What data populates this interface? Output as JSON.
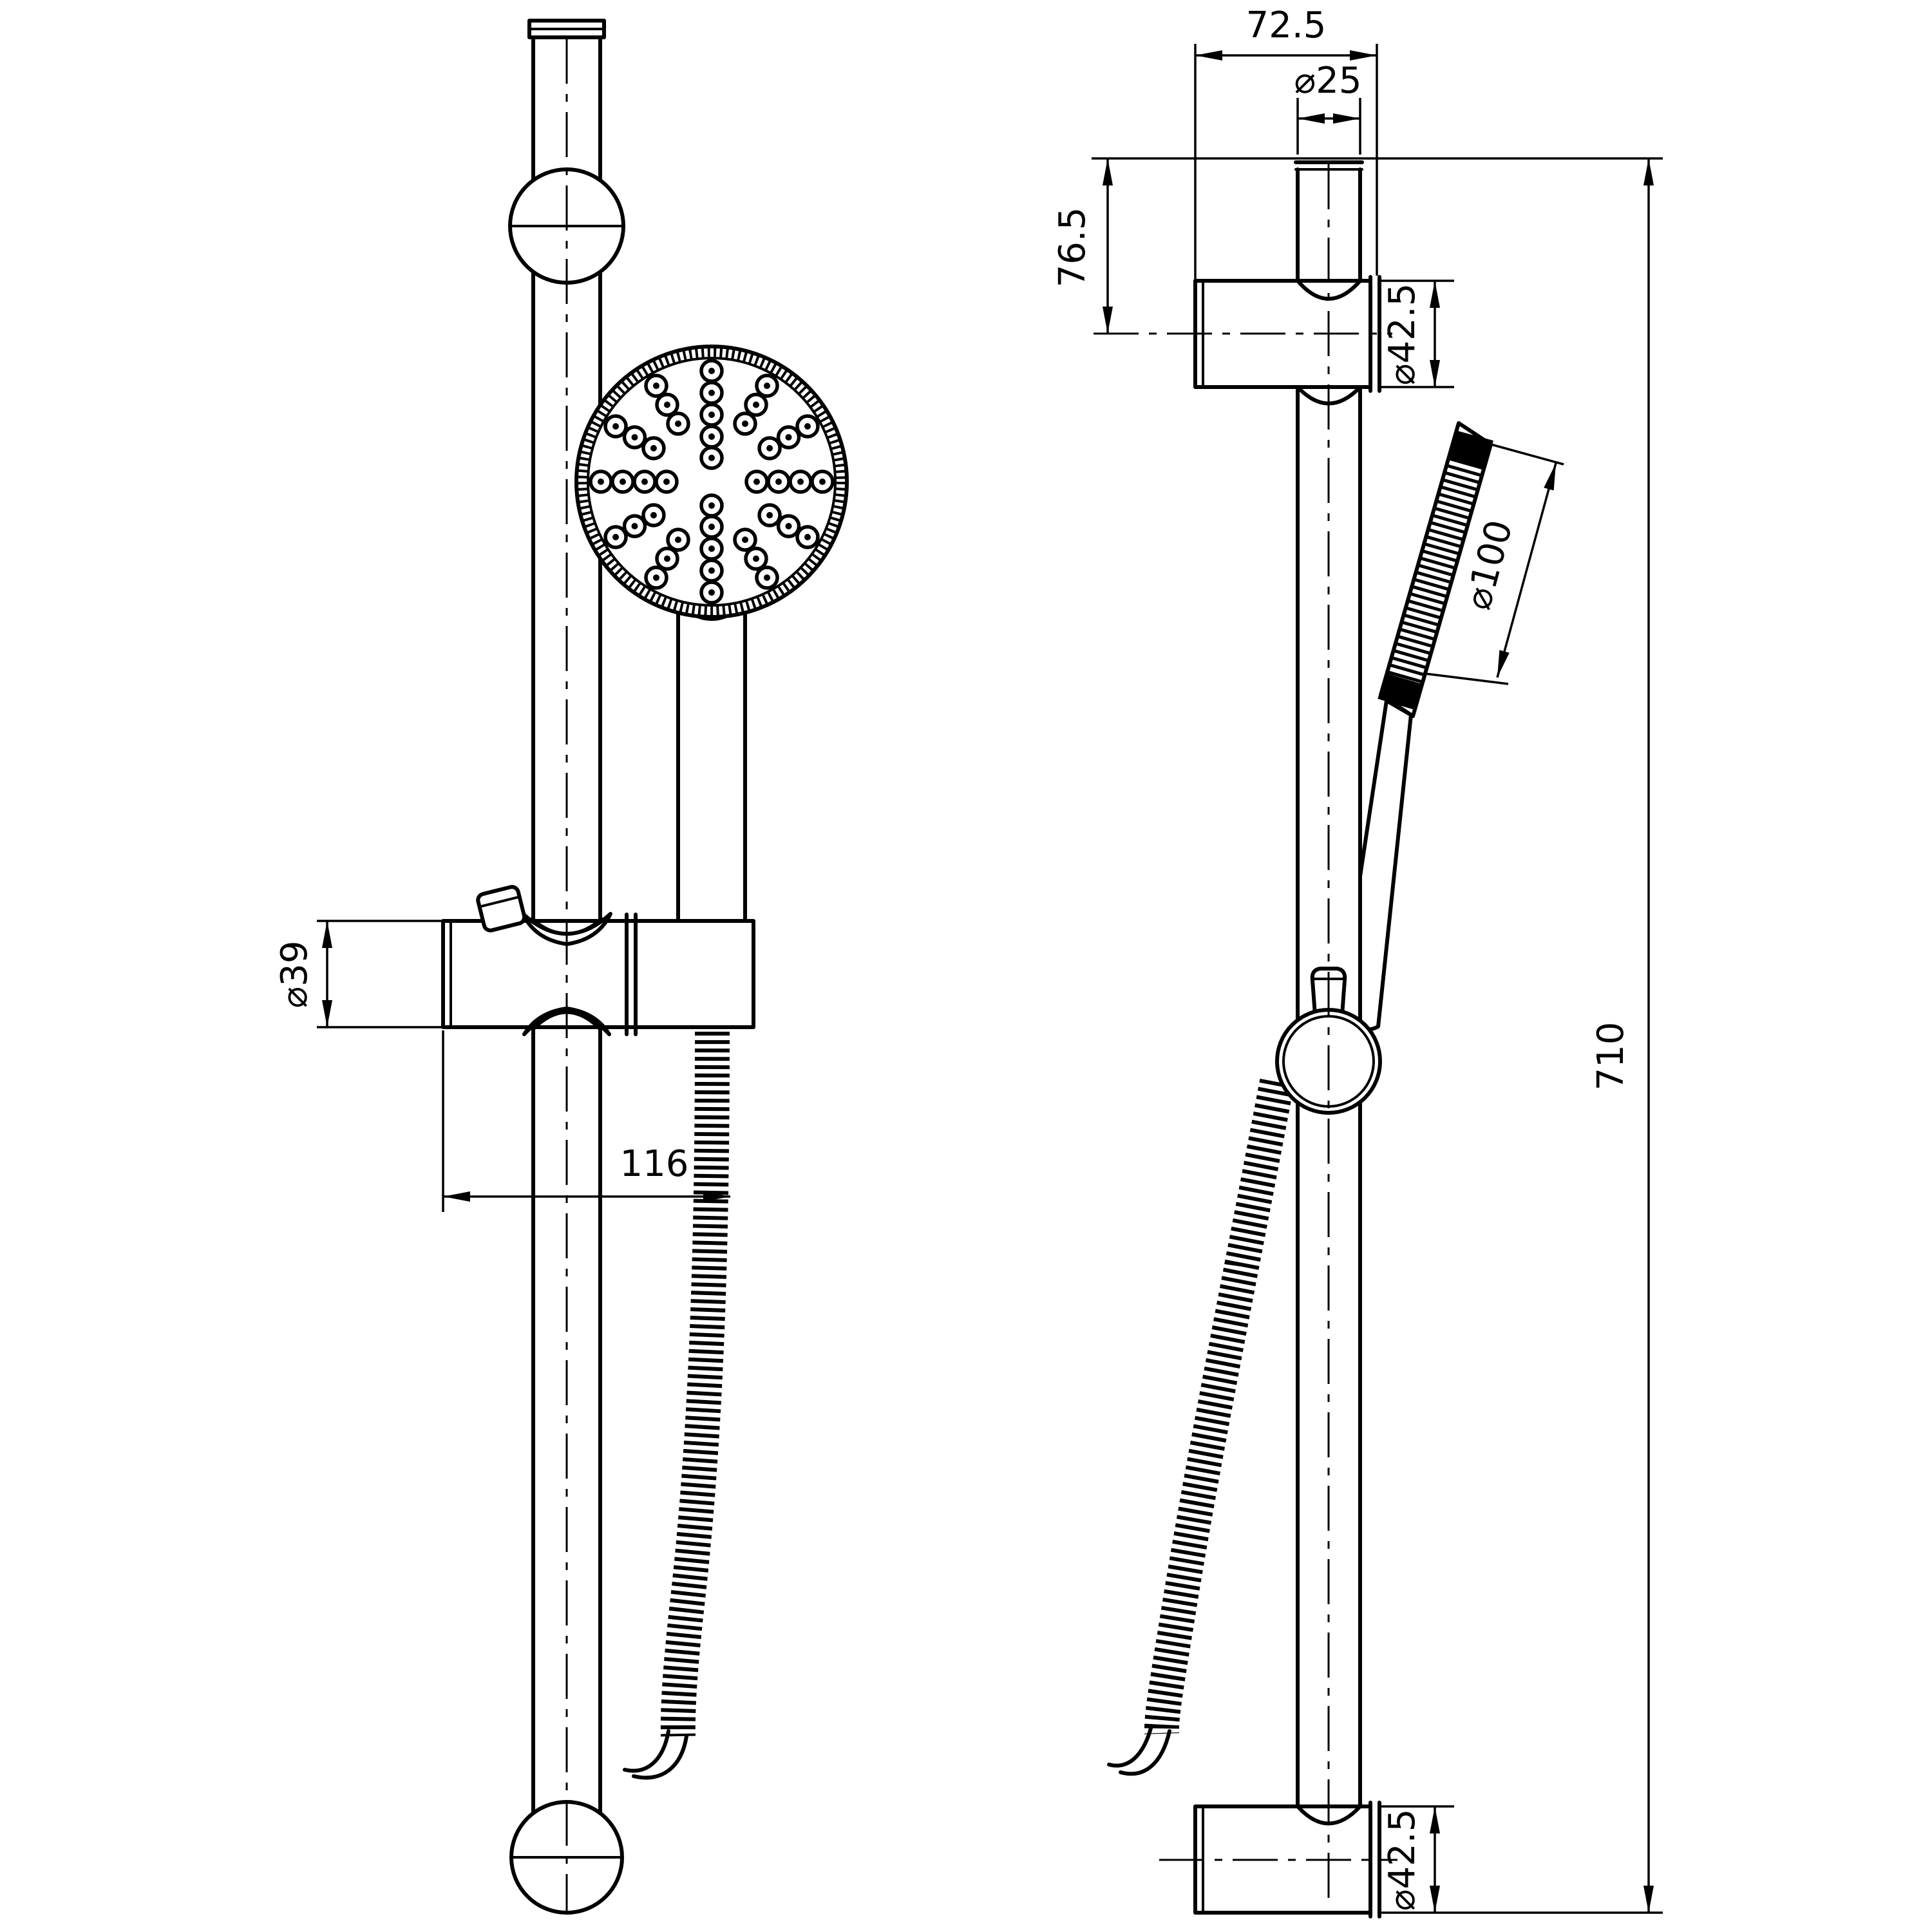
{
  "drawing": {
    "background_color": "#ffffff",
    "stroke_color": "#000000",
    "views": {
      "front": {
        "dimensions": {
          "slider_body_diameter": "⌀39",
          "hose_offset": "116"
        }
      },
      "side": {
        "dimensions": {
          "wall_offset": "72.5",
          "rail_tube_diameter": "⌀25",
          "top_bracket_center_offset": "76.5",
          "top_bracket_diameter": "⌀42.5",
          "handset_face_diameter": "⌀100",
          "rail_length": "710",
          "bottom_bracket_diameter": "⌀42.5"
        }
      }
    }
  }
}
